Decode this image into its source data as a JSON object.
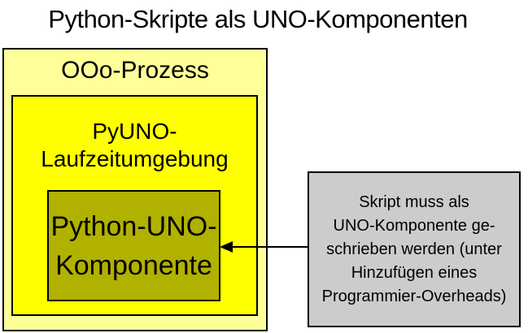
{
  "title": "Python-Skripte als UNO-Komponenten",
  "diagram": {
    "outer_box": {
      "label": "OOo-Prozess",
      "fill": "#FFFF99"
    },
    "runtime_box": {
      "label_line1": "PyUNO-",
      "label_line2": "Laufzeitumgebung",
      "fill": "#FFFF00"
    },
    "component_box": {
      "label_line1": "Python-UNO-",
      "label_line2": "Komponente",
      "fill": "#B1B100"
    },
    "note_box": {
      "lines": [
        "Skript muss als",
        "UNO-Komponente ge-",
        "schrieben werden (unter",
        "Hinzufügen eines",
        "Programmier-Overheads)"
      ],
      "fill": "#CCCCCC"
    },
    "arrow": {
      "direction": "left",
      "from": "note_box",
      "to": "component_box",
      "color": "#000000"
    }
  }
}
